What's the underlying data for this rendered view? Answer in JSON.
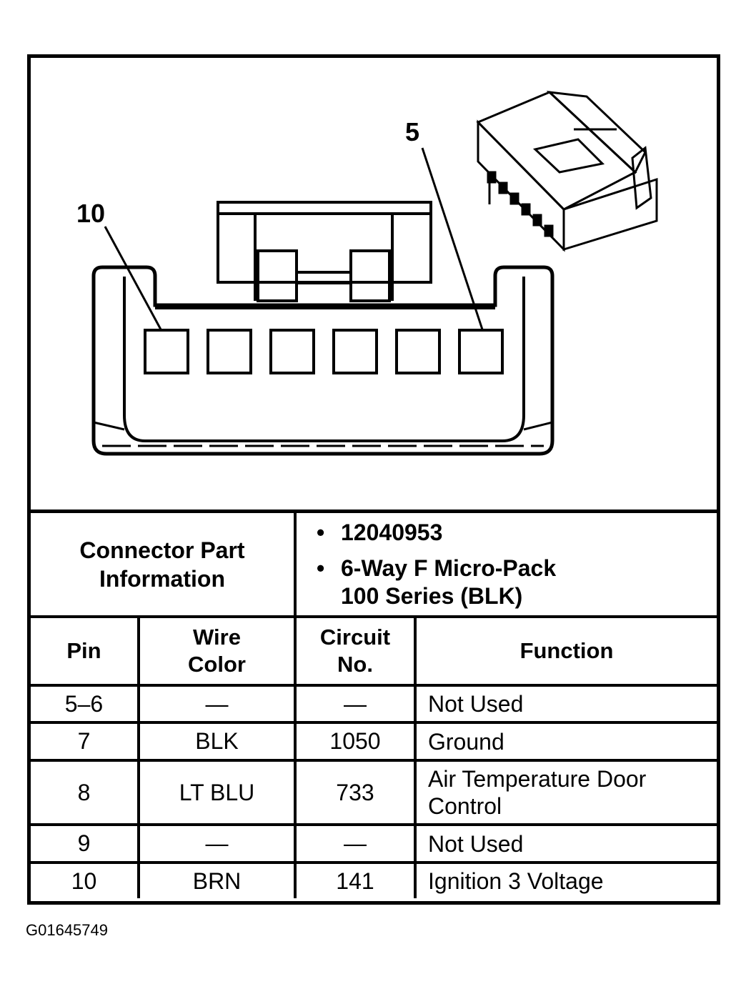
{
  "diagram": {
    "callouts": {
      "left_pin": "10",
      "right_pin": "5"
    }
  },
  "connector_info": {
    "label": "Connector Part Information",
    "part_number": "12040953",
    "description_line1": "6-Way F Micro-Pack",
    "description_line2": "100 Series (BLK)"
  },
  "pin_table": {
    "headers": {
      "pin": "Pin",
      "wire_color_line1": "Wire",
      "wire_color_line2": "Color",
      "circuit_line1": "Circuit",
      "circuit_line2": "No.",
      "function": "Function"
    },
    "rows": [
      {
        "pin": "5–6",
        "wire_color": "—",
        "circuit": "—",
        "function_line1": "Not Used",
        "function_line2": ""
      },
      {
        "pin": "7",
        "wire_color": "BLK",
        "circuit": "1050",
        "function_line1": "Ground",
        "function_line2": ""
      },
      {
        "pin": "8",
        "wire_color": "LT BLU",
        "circuit": "733",
        "function_line1": "Air Temperature Door",
        "function_line2": "Control"
      },
      {
        "pin": "9",
        "wire_color": "—",
        "circuit": "—",
        "function_line1": "Not Used",
        "function_line2": ""
      },
      {
        "pin": "10",
        "wire_color": "BRN",
        "circuit": "141",
        "function_line1": "Ignition 3 Voltage",
        "function_line2": ""
      }
    ]
  },
  "figure_id": "G01645749"
}
